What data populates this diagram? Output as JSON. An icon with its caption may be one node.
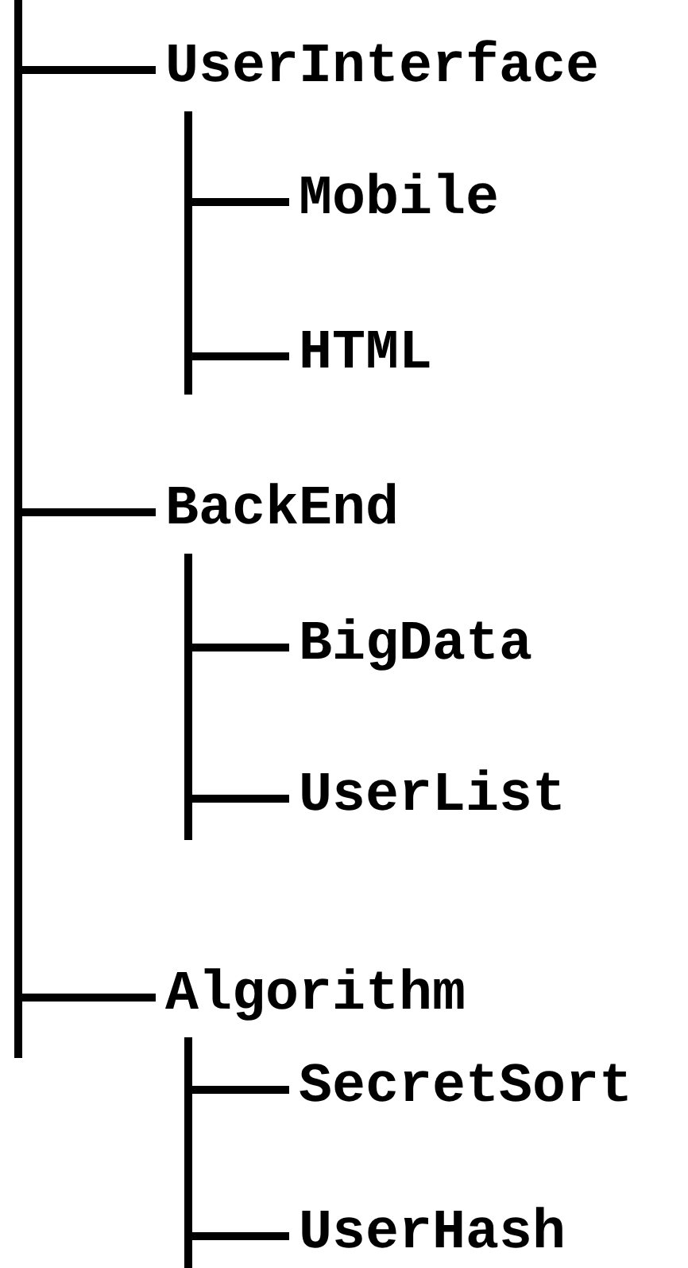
{
  "diagram": {
    "nodes": [
      {
        "text": [],
        "shape": "bar"
      },
      {
        "text": [
          "UserInterface"
        ]
      },
      {
        "text": [],
        "shape": "bar"
      },
      {
        "text": [
          "Mobile"
        ]
      },
      {
        "text": [
          "HTML"
        ]
      },
      {
        "text": [
          "BackEnd"
        ]
      },
      {
        "text": [],
        "shape": "bar"
      },
      {
        "text": [
          "BigData"
        ]
      },
      {
        "text": [
          "UserList"
        ]
      },
      {
        "text": [
          "Algorithm"
        ]
      },
      {
        "text": [],
        "shape": "bar"
      },
      {
        "text": [
          "SecretSort"
        ]
      },
      {
        "text": [
          "UserHash"
        ]
      }
    ],
    "edges": [
      {
        "from": 0,
        "to": 1,
        "arrow": "none"
      },
      {
        "from": 2,
        "to": 3,
        "arrow": "none"
      },
      {
        "from": 2,
        "to": 4,
        "arrow": "none"
      },
      {
        "from": 0,
        "to": 5,
        "arrow": "none"
      },
      {
        "from": 6,
        "to": 7,
        "arrow": "none"
      },
      {
        "from": 6,
        "to": 8,
        "arrow": "none"
      },
      {
        "from": 0,
        "to": 9,
        "arrow": "none"
      },
      {
        "from": 10,
        "to": 11,
        "arrow": "none"
      },
      {
        "from": 10,
        "to": 12,
        "arrow": "none"
      }
    ]
  }
}
